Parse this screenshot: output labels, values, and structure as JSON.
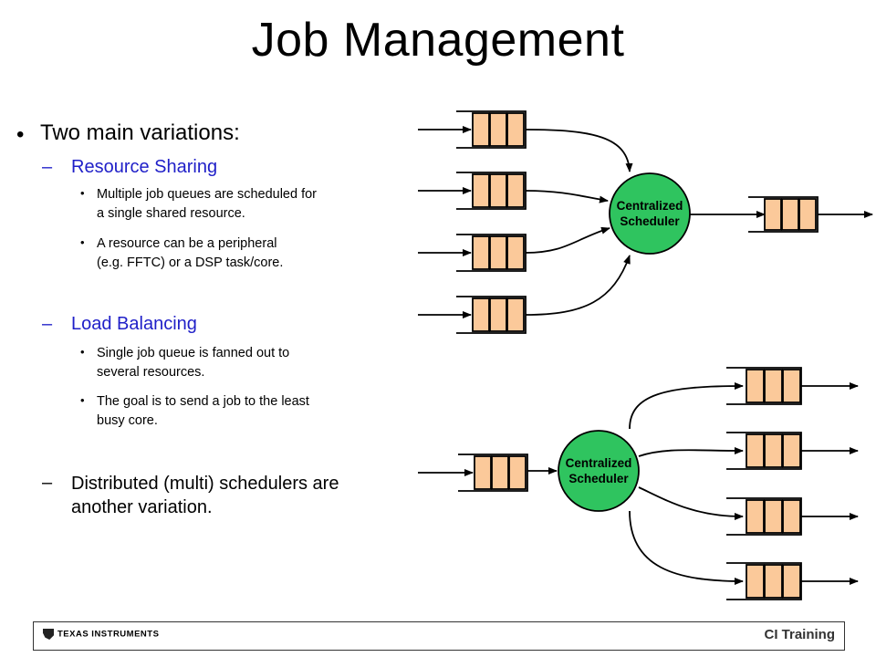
{
  "slide": {
    "title": "Job Management"
  },
  "bullets": {
    "main": "Two main variations:",
    "resource_sharing": {
      "heading": "Resource Sharing",
      "items": [
        [
          "Multiple job queues are scheduled for",
          "a single shared resource."
        ],
        [
          "A resource can be a peripheral",
          "(e.g. FFTC) or a DSP task/core."
        ]
      ]
    },
    "load_balancing": {
      "heading": "Load Balancing",
      "items": [
        [
          "Single job queue is fanned out to",
          "several resources."
        ],
        [
          "The goal is to send a job to the least",
          "busy core."
        ]
      ]
    },
    "distributed": [
      "Distributed (multi) schedulers are",
      "another variation."
    ]
  },
  "diagram": {
    "top_scheduler": [
      "Centralized",
      "Scheduler"
    ],
    "bottom_scheduler": [
      "Centralized",
      "Scheduler"
    ],
    "colors": {
      "queue_fill": "#fbc99a",
      "scheduler_fill": "#2fc45f",
      "stroke": "#000000"
    }
  },
  "footer": {
    "left_logo": "Texas Instruments",
    "right_logo": "CI Training"
  }
}
